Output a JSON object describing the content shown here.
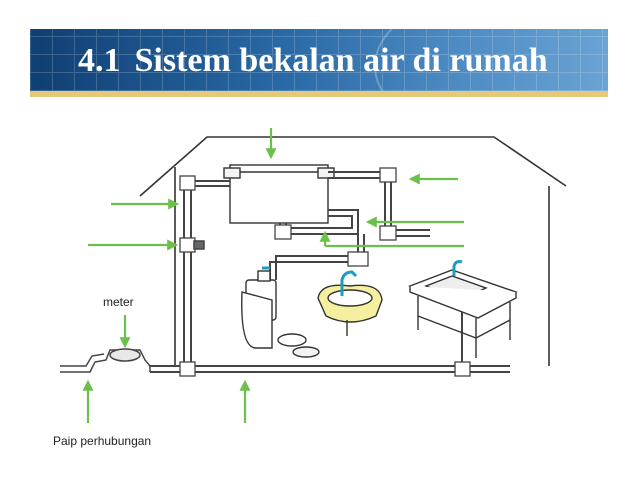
{
  "slide": {
    "title_number": "4.1",
    "title_text": "Sistem bekalan air di rumah"
  },
  "diagram": {
    "labels": {
      "meter": "meter",
      "connection_pipe": "Paip perhubungan"
    }
  },
  "colors": {
    "banner": "#1f5a96",
    "banner_rule": "#e6c978",
    "arrow": "#6cc04a",
    "pipe": "#444444",
    "outline": "#333333"
  }
}
